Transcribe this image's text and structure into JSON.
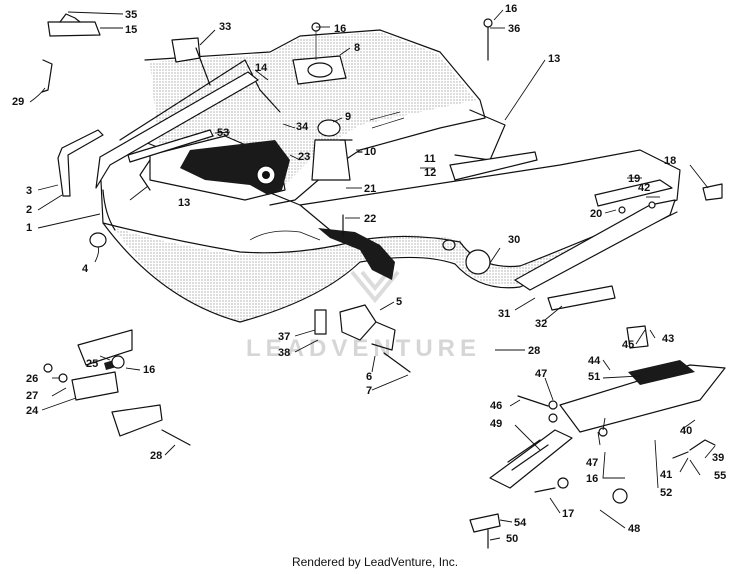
{
  "footer_text": "Rendered by LeadVenture, Inc.",
  "watermark": {
    "text": "LEADVENTURE"
  },
  "callouts": [
    {
      "id": "c35a",
      "label": "35"
    },
    {
      "id": "c15",
      "label": "15"
    },
    {
      "id": "c33",
      "label": "33"
    },
    {
      "id": "c16a",
      "label": "16"
    },
    {
      "id": "c16b",
      "label": "16"
    },
    {
      "id": "c36",
      "label": "36"
    },
    {
      "id": "c8",
      "label": "8"
    },
    {
      "id": "c13a",
      "label": "13"
    },
    {
      "id": "c29",
      "label": "29"
    },
    {
      "id": "c14",
      "label": "14"
    },
    {
      "id": "c9",
      "label": "9"
    },
    {
      "id": "c53",
      "label": "53"
    },
    {
      "id": "c34",
      "label": "34"
    },
    {
      "id": "c23",
      "label": "23"
    },
    {
      "id": "c10",
      "label": "10"
    },
    {
      "id": "c11",
      "label": "11"
    },
    {
      "id": "c12",
      "label": "12"
    },
    {
      "id": "c18",
      "label": "18"
    },
    {
      "id": "c19",
      "label": "19"
    },
    {
      "id": "c42",
      "label": "42"
    },
    {
      "id": "c20",
      "label": "20"
    },
    {
      "id": "c3",
      "label": "3"
    },
    {
      "id": "c2",
      "label": "2"
    },
    {
      "id": "c13b",
      "label": "13"
    },
    {
      "id": "c21",
      "label": "21"
    },
    {
      "id": "c22",
      "label": "22"
    },
    {
      "id": "c1",
      "label": "1"
    },
    {
      "id": "c4",
      "label": "4"
    },
    {
      "id": "c30",
      "label": "30"
    },
    {
      "id": "c5",
      "label": "5"
    },
    {
      "id": "c31",
      "label": "31"
    },
    {
      "id": "c32",
      "label": "32"
    },
    {
      "id": "c37",
      "label": "37"
    },
    {
      "id": "c38",
      "label": "38"
    },
    {
      "id": "c28a",
      "label": "28"
    },
    {
      "id": "c45",
      "label": "45"
    },
    {
      "id": "c43",
      "label": "43"
    },
    {
      "id": "c44",
      "label": "44"
    },
    {
      "id": "c51",
      "label": "51"
    },
    {
      "id": "c25",
      "label": "25"
    },
    {
      "id": "c16c",
      "label": "16"
    },
    {
      "id": "c26",
      "label": "26"
    },
    {
      "id": "c27",
      "label": "27"
    },
    {
      "id": "c24",
      "label": "24"
    },
    {
      "id": "c6",
      "label": "6"
    },
    {
      "id": "c7",
      "label": "7"
    },
    {
      "id": "c47a",
      "label": "47"
    },
    {
      "id": "c46",
      "label": "46"
    },
    {
      "id": "c49",
      "label": "49"
    },
    {
      "id": "c40",
      "label": "40"
    },
    {
      "id": "c39",
      "label": "39"
    },
    {
      "id": "c28b",
      "label": "28"
    },
    {
      "id": "c47b",
      "label": "47"
    },
    {
      "id": "c16d",
      "label": "16"
    },
    {
      "id": "c41",
      "label": "41"
    },
    {
      "id": "c55",
      "label": "55"
    },
    {
      "id": "c52",
      "label": "52"
    },
    {
      "id": "c17",
      "label": "17"
    },
    {
      "id": "c54",
      "label": "54"
    },
    {
      "id": "c48",
      "label": "48"
    },
    {
      "id": "c50",
      "label": "50"
    }
  ]
}
